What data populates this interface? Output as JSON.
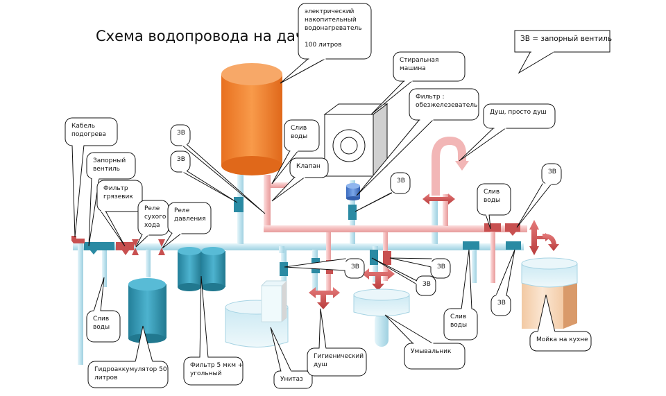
{
  "title": "Схема водопровода  на даче",
  "colors": {
    "cold_pipe": "#bfe3ee",
    "hot_pipe": "#f4b9b9",
    "cold_valve": "#2a8aa3",
    "hot_valve": "#c85050",
    "heater": "#f58a3a",
    "accumulator": "#3aa0bd",
    "filter_softener": "#4a7fd0"
  },
  "legend": "ЗВ = запорный вентиль",
  "callouts": {
    "heater": [
      "электрический",
      "накопительный",
      "водонагреватель",
      "",
      "100 литров"
    ],
    "washing_machine": [
      "Стиральная",
      "машина"
    ],
    "iron_filter": [
      "Фильтр :",
      "обезжелезеватель"
    ],
    "shower": [
      "Душ, просто душ"
    ],
    "heating_cable": [
      "Кабель",
      "подогрева"
    ],
    "shutoff_valve": [
      "Запорный",
      "вентиль"
    ],
    "mud_filter": [
      "Фильтр",
      "грязевик"
    ],
    "dry_run_relay": [
      "Реле",
      "сухого",
      "хода"
    ],
    "pressure_relay": [
      "Реле",
      "давления"
    ],
    "heater_drain": [
      "Слив",
      "воды"
    ],
    "heater_valve": [
      "Клапан"
    ],
    "zv_1": [
      "ЗВ"
    ],
    "zv_2": [
      "ЗВ"
    ],
    "zv_softener": [
      "ЗВ"
    ],
    "kitchen_drain": [
      "Слив",
      "воды"
    ],
    "zv_kitchen_hot": [
      "ЗВ"
    ],
    "zv_toilet": [
      "ЗВ"
    ],
    "zv_basin_hot": [
      "ЗВ"
    ],
    "zv_basin_cold": [
      "ЗВ"
    ],
    "cold_drain_right": [
      "Слив",
      "воды"
    ],
    "zv_kitchen_cold": [
      "ЗВ"
    ],
    "left_drain": [
      "Слив",
      "воды"
    ],
    "accumulator": [
      "Гидроаккумулятор 50",
      "литров"
    ],
    "fine_filter": [
      "Фильтр 5 мкм +",
      "угольный"
    ],
    "toilet": [
      "Унитаз"
    ],
    "hygienic_shower": [
      "Гигиенический",
      "душ"
    ],
    "washbasin": [
      "Умывальник"
    ],
    "kitchen_sink": [
      "Мойка на кухне"
    ]
  }
}
